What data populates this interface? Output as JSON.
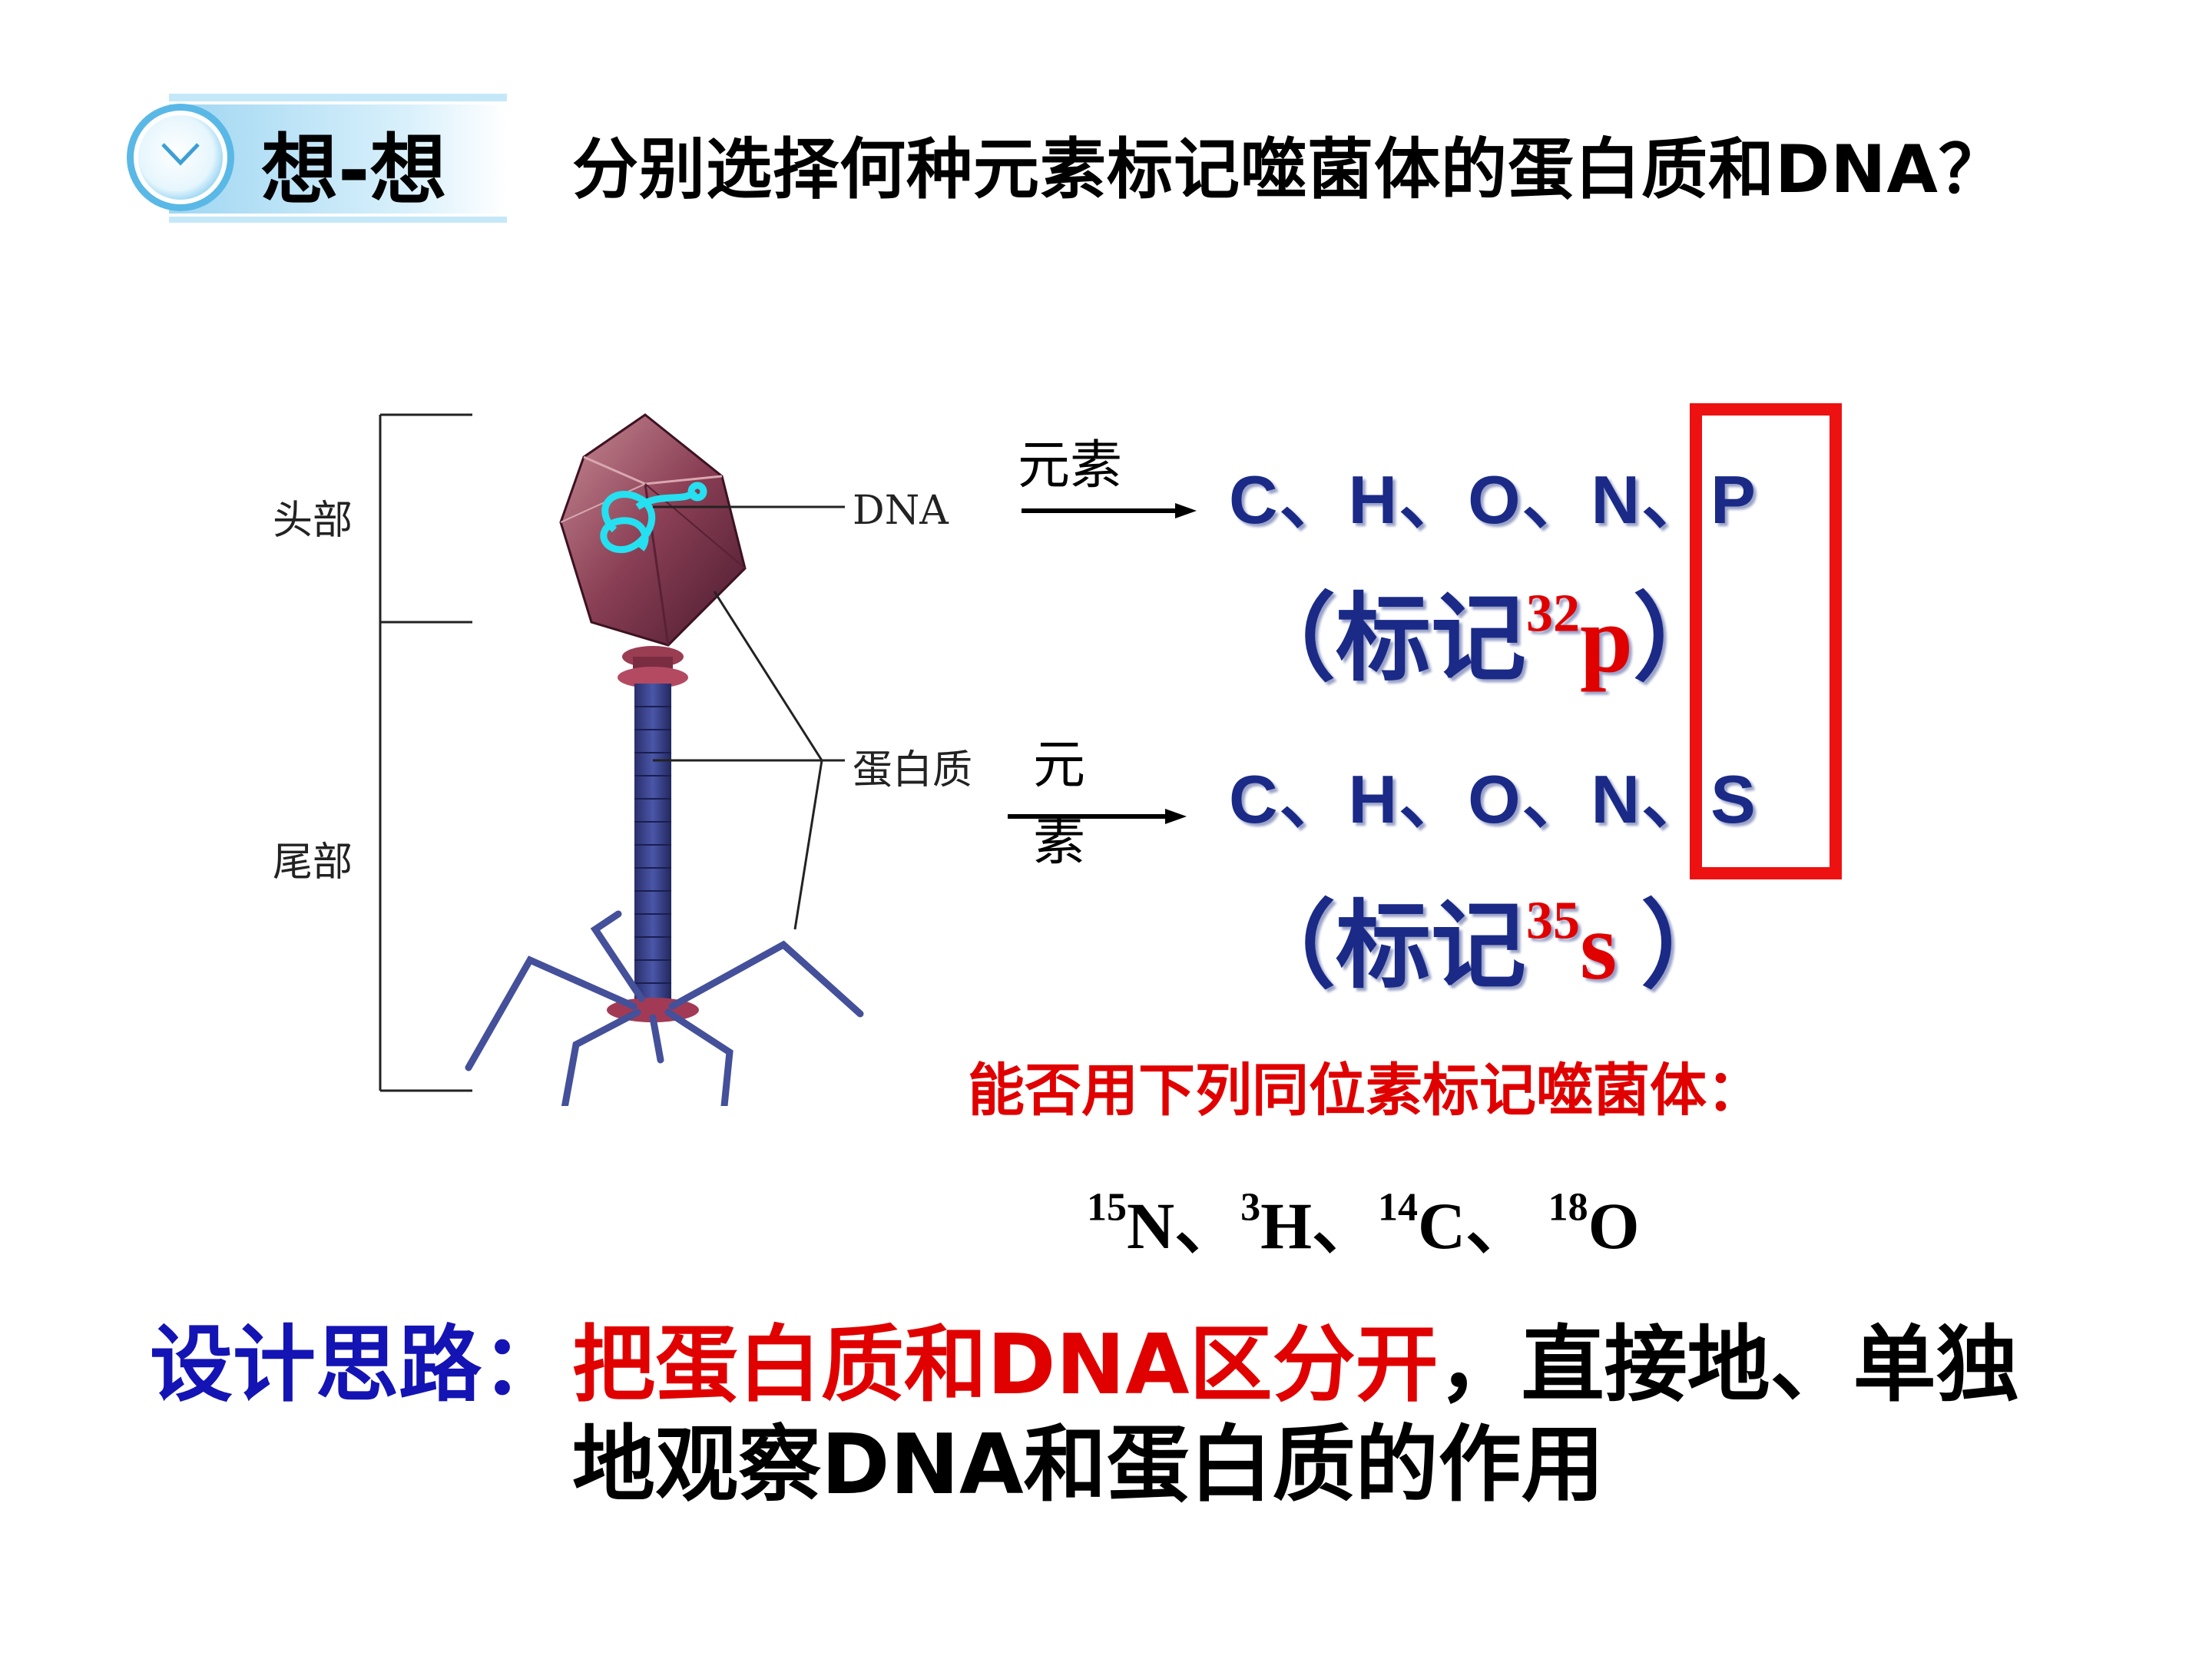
{
  "banner": {
    "label": "想-想",
    "icon": "chevron-down-icon"
  },
  "title": "分别选择何种元素标记噬菌体的蛋白质和DNA？",
  "diagram": {
    "head_label": "头部",
    "tail_label": "尾部",
    "dna_label": "DNA",
    "protein_label": "蛋白质"
  },
  "elements": {
    "dna_word": "元素",
    "dna_elements_main": "C、H、O、N、",
    "dna_elements_key": "P",
    "dna_mark_open": "（标记",
    "dna_mark_sup": "32",
    "dna_mark_symbol": "p",
    "dna_mark_close": "）",
    "protein_word_1": "元",
    "protein_word_2": "素",
    "protein_elements_main": "C、H、O、N、",
    "protein_elements_key": "S",
    "protein_mark_open": "（标记",
    "protein_mark_sup": "35",
    "protein_mark_symbol": "s",
    "protein_mark_close": " ）"
  },
  "question": "能否用下列同位素标记噬菌体：",
  "isotopes": [
    {
      "mass": "15",
      "symbol": "N",
      "sep": "、"
    },
    {
      "mass": "3",
      "symbol": "H",
      "sep": "、"
    },
    {
      "mass": "14",
      "symbol": "C",
      "sep": "、 "
    },
    {
      "mass": "18",
      "symbol": "O",
      "sep": ""
    }
  ],
  "design": {
    "label": "设计思路：",
    "highlight": "把蛋白质和DNA区分开",
    "rest_line1": "，直接地、单独",
    "line2": "地观察DNA和蛋白质的作用"
  },
  "colors": {
    "title_blue": "#1414b4",
    "accent_red": "#e00000",
    "element_navy": "#1a2a86"
  }
}
